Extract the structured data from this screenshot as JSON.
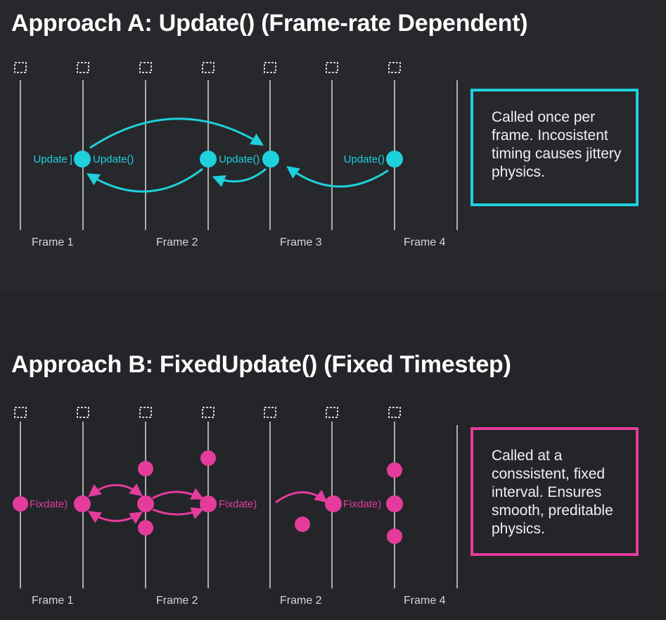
{
  "approach_a": {
    "title": "Approach A: Update() (Frame-rate Dependent)",
    "accent": "#1fd0dd",
    "frame_labels": [
      "Frame 1",
      "Frame 2",
      "Frame 3",
      "Frame 4"
    ],
    "call_labels": [
      "Update ]",
      "Update()",
      "Update()",
      "Update()"
    ],
    "description": "Called once per frame. Incosistent timing causes jittery physics.",
    "tick_icon": "frame-marker-icon"
  },
  "approach_b": {
    "title": "Approach B: FixedUpdate() (Fixed Timestep)",
    "accent": "#e53c9c",
    "frame_labels": [
      "Frame 1",
      "Frame 2",
      "Frame 2",
      "Frame 4"
    ],
    "call_labels": [
      "Fixdate)",
      "Fixdate)",
      "Fixdate)"
    ],
    "description": "Called at a conssistent, fixed interval. Ensures smooth, preditable physics.",
    "tick_icon": "frame-marker-icon"
  }
}
